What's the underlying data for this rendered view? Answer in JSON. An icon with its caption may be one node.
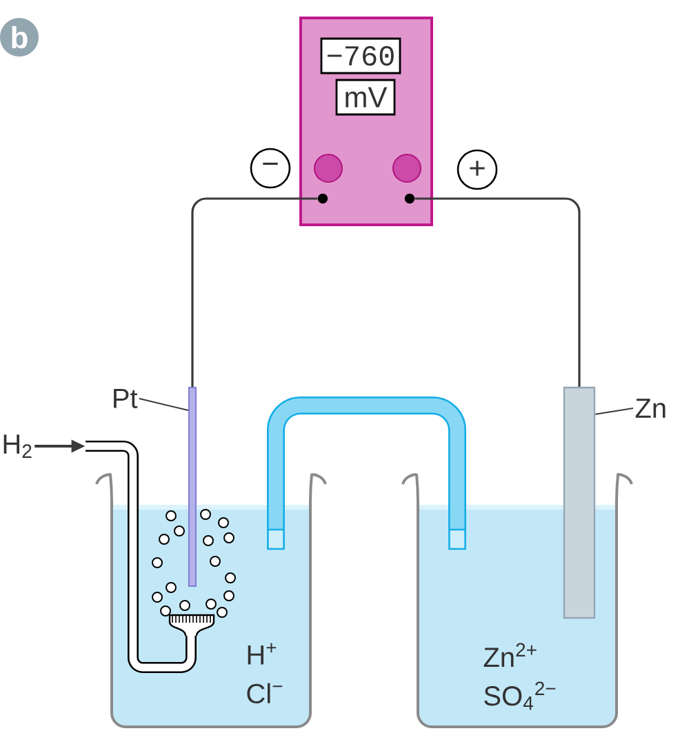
{
  "diagram": {
    "nodes": [
      {
        "text": [
          "b"
        ]
      },
      {
        "text": [],
        "shape": "box"
      },
      {
        "text": [
          "−760"
        ],
        "in": 1
      },
      {
        "text": [
          "mV"
        ],
        "in": 1
      },
      {
        "text": [
          "−"
        ]
      },
      {
        "text": [
          "+"
        ]
      },
      {
        "text": [],
        "shape": "dot",
        "in": 1
      },
      {
        "text": [],
        "shape": "dot",
        "in": 1
      },
      {
        "text": [
          "Pt"
        ]
      },
      {
        "text": [],
        "shape": "bar"
      },
      {
        "text": [
          "Zn"
        ]
      },
      {
        "text": [],
        "shape": "bar"
      },
      {
        "text": [
          "H$_{2}$"
        ]
      },
      {
        "text": [],
        "shape": "tube"
      },
      {
        "text": [
          "H$^{+}$ Cl$^{−}$"
        ]
      },
      {
        "text": [
          "Zn$^{2+}$ SO$_{4}$$^{2−}$"
        ]
      }
    ],
    "edges": [
      {
        "from": 6,
        "to": 9,
        "arrow": "none"
      },
      {
        "from": 7,
        "to": 11,
        "arrow": "none"
      },
      {
        "from": 8,
        "to": 9,
        "arrow": "none"
      },
      {
        "from": 10,
        "to": 11,
        "arrow": "none"
      },
      {
        "from": 12,
        "to": 13,
        "arrow": "to"
      }
    ]
  }
}
